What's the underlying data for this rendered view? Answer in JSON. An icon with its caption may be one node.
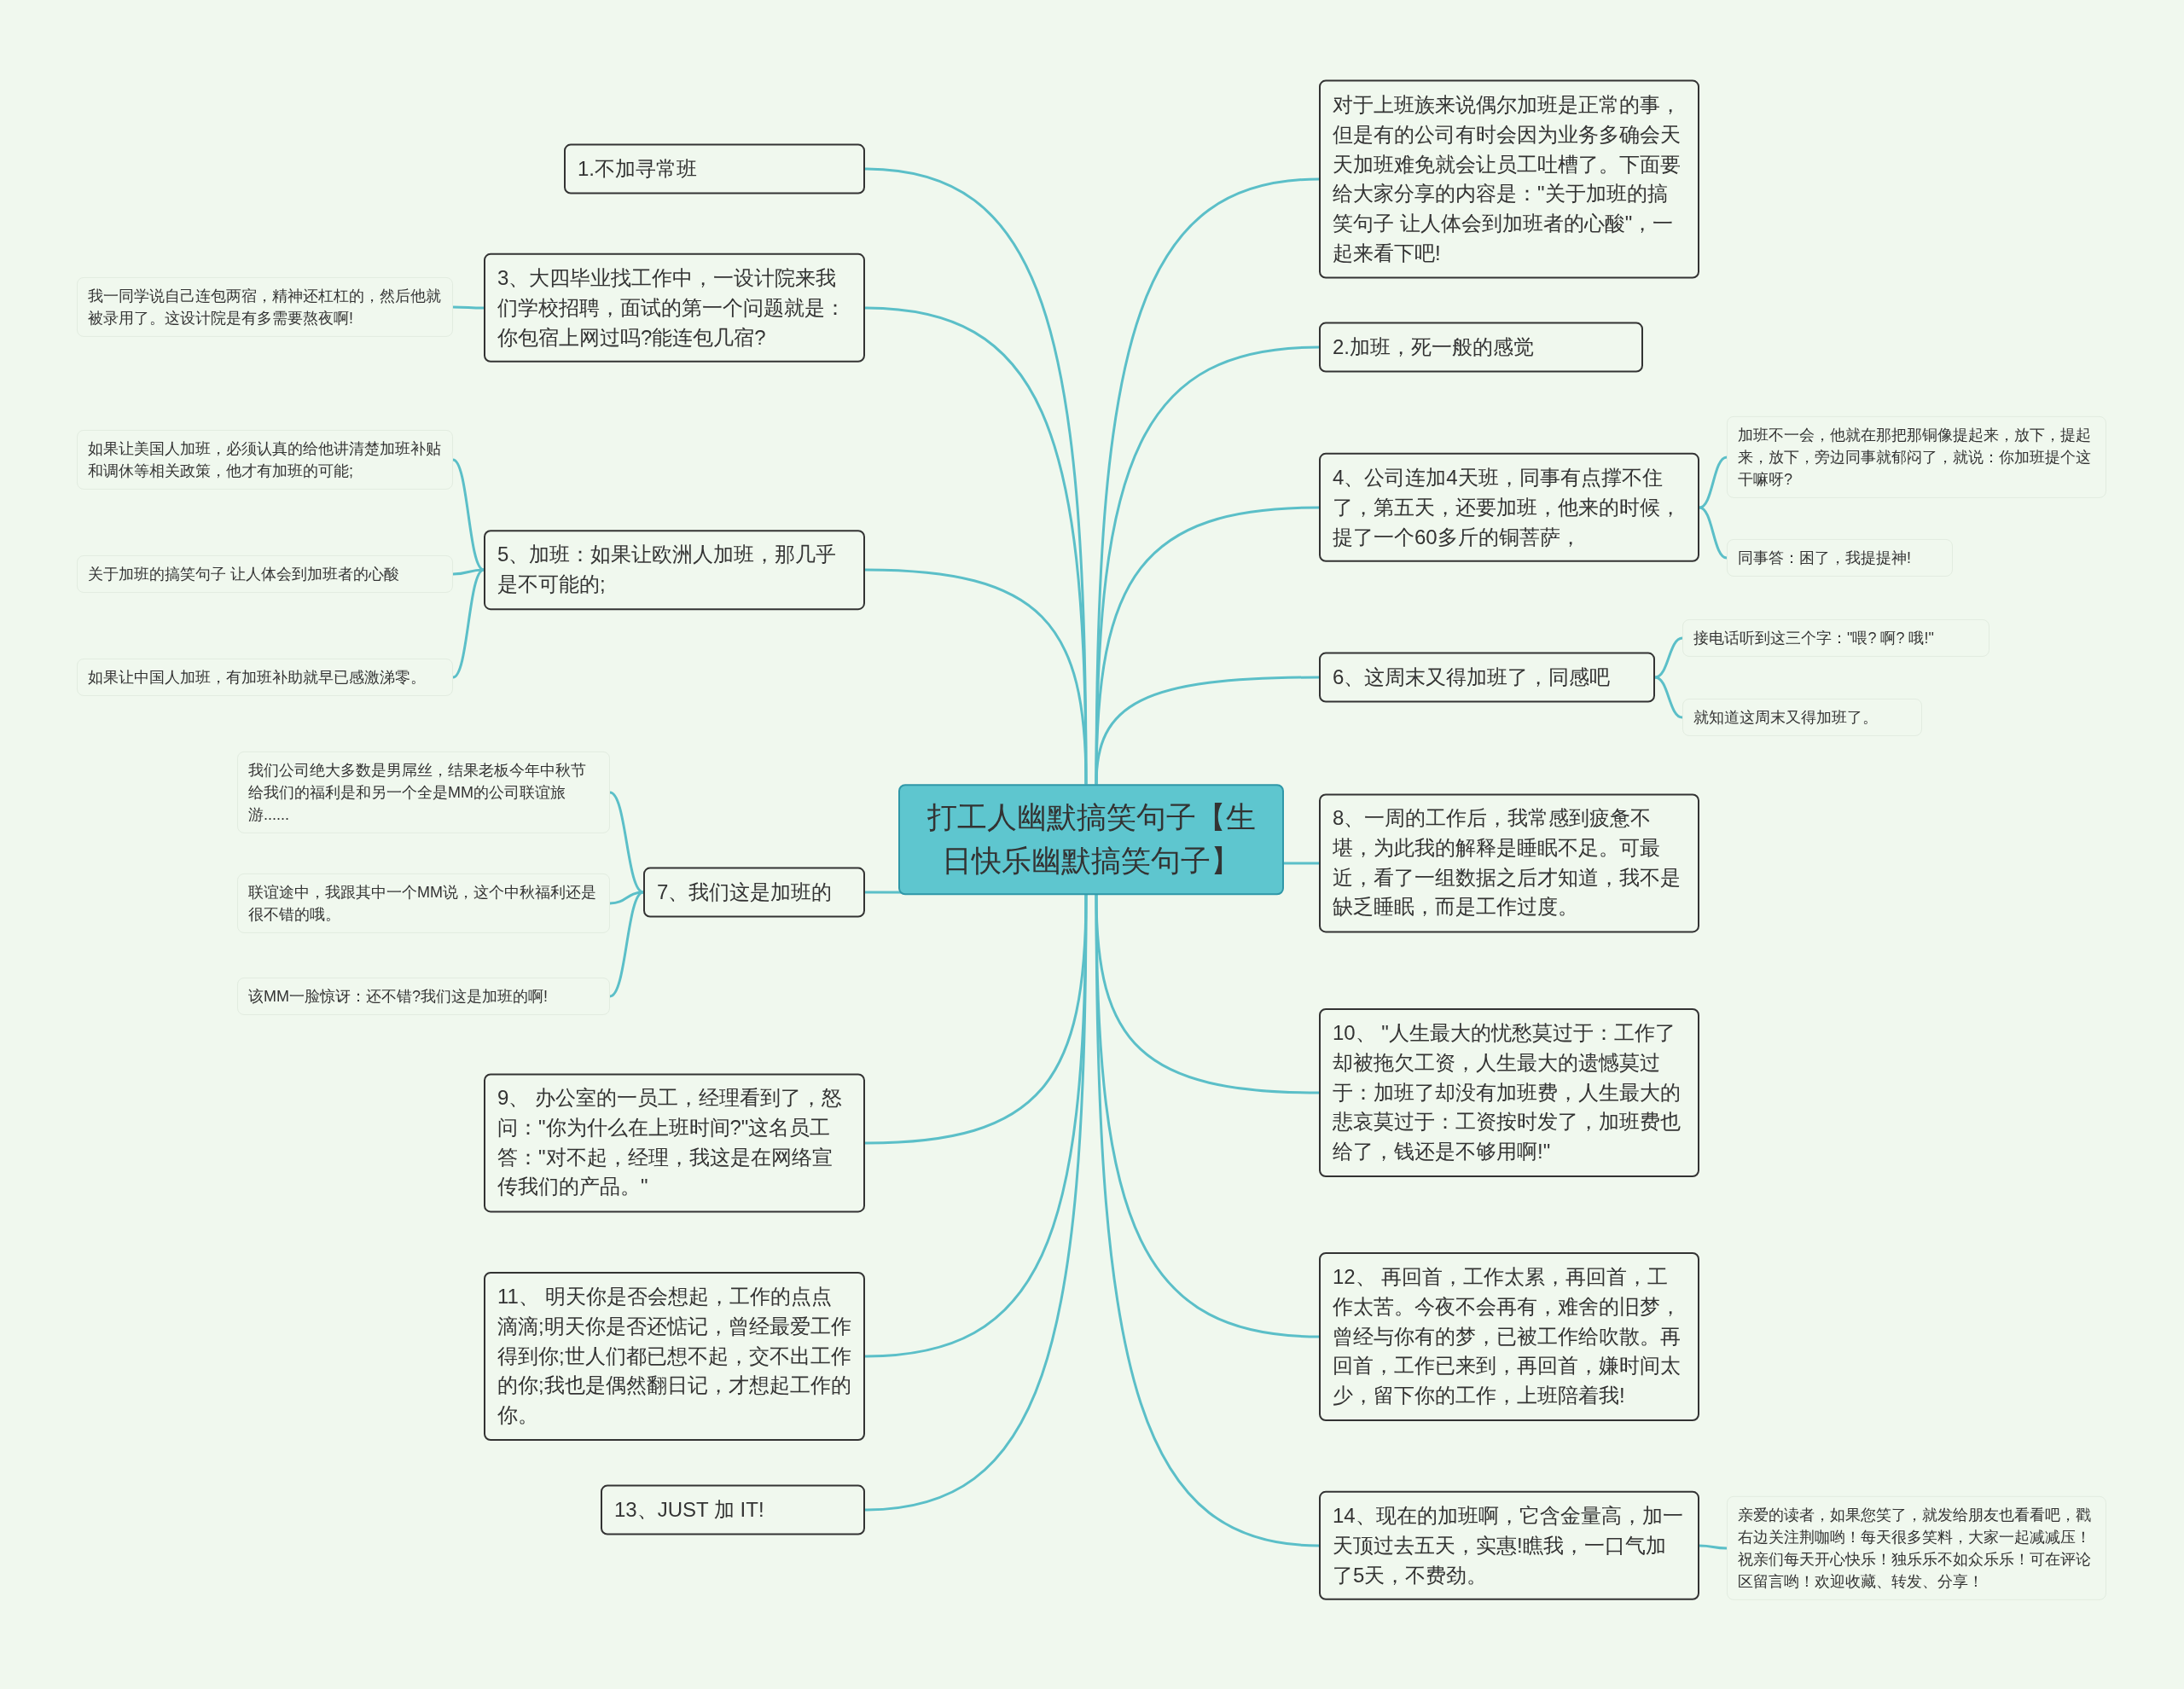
{
  "diagram": {
    "nodes": [
      {
        "text": [
          "打工人幽默搞笑句子【生日快乐幽默搞笑句子】"
        ]
      },
      {
        "text": [
          "对于上班族来说偶尔加班是正常的事，但是有的公司有时会因为业务多确会天天加班难免就会让员工吐槽了。下面要给大家分享的内容是：\"关于加班的搞笑句子 让人体会到加班者的心酸\"，一起来看下吧!"
        ]
      },
      {
        "text": [
          "2.加班，死一般的感觉"
        ]
      },
      {
        "text": [
          "4、公司连加4天班，同事有点撑不住了，第五天，还要加班，他来的时候，提了一个60多斤的铜菩萨，"
        ]
      },
      {
        "text": [
          "加班不一会，他就在那把那铜像提起来，放下，提起来，放下，旁边同事就郁闷了，就说：你加班提个这干嘛呀?"
        ]
      },
      {
        "text": [
          "同事答：困了，我提提神!"
        ]
      },
      {
        "text": [
          "6、这周末又得加班了，同感吧"
        ]
      },
      {
        "text": [
          "接电话听到这三个字：\"喂? 啊? 哦!\""
        ]
      },
      {
        "text": [
          "就知道这周末又得加班了。"
        ]
      },
      {
        "text": [
          "8、一周的工作后，我常感到疲惫不堪，为此我的解释是睡眠不足。可最近，看了一组数据之后才知道，我不是缺乏睡眠，而是工作过度。"
        ]
      },
      {
        "text": [
          "10、 \"人生最大的忧愁莫过于：工作了却被拖欠工资，人生最大的遗憾莫过于：加班了却没有加班费，人生最大的悲哀莫过于：工资按时发了，加班费也给了，钱还是不够用啊!\""
        ]
      },
      {
        "text": [
          "12、 再回首，工作太累，再回首，工作太苦。今夜不会再有，难舍的旧梦，曾经与你有的梦，已被工作给吹散。再回首，工作已来到，再回首，嫌时间太少，留下你的工作，上班陪着我!"
        ]
      },
      {
        "text": [
          "14、现在的加班啊，它含金量高，加一天顶过去五天，实惠!瞧我，一口气加了5天，不费劲。"
        ]
      },
      {
        "text": [
          "亲爱的读者，如果您笑了，就发给朋友也看看吧，戳右边关注荆咖哟！每天很多笑料，大家一起减减压！祝亲们每天开心快乐！独乐乐不如众乐乐！可在评论区留言哟！欢迎收藏、转发、分享！"
        ]
      },
      {
        "text": [
          "1.不加寻常班"
        ]
      },
      {
        "text": [
          "3、大四毕业找工作中，一设计院来我们学校招聘，面试的第一个问题就是：你包宿上网过吗?能连包几宿?"
        ]
      },
      {
        "text": [
          "我一同学说自己连包两宿，精神还杠杠的，然后他就被录用了。这设计院是有多需要熬夜啊!"
        ]
      },
      {
        "text": [
          "5、加班：如果让欧洲人加班，那几乎是不可能的;"
        ]
      },
      {
        "text": [
          "如果让美国人加班，必须认真的给他讲清楚加班补贴和调休等相关政策，他才有加班的可能;"
        ]
      },
      {
        "text": [
          "关于加班的搞笑句子 让人体会到加班者的心酸"
        ]
      },
      {
        "text": [
          "如果让中国人加班，有加班补助就早已感激涕零。"
        ]
      },
      {
        "text": [
          "7、我们这是加班的"
        ]
      },
      {
        "text": [
          "我们公司绝大多数是男屌丝，结果老板今年中秋节给我们的福利是和另一个全是MM的公司联谊旅游......"
        ]
      },
      {
        "text": [
          "联谊途中，我跟其中一个MM说，这个中秋福利还是很不错的哦。"
        ]
      },
      {
        "text": [
          "该MM一脸惊讶：还不错?我们这是加班的啊!"
        ]
      },
      {
        "text": [
          "9、 办公室的一员工，经理看到了，怒问：\"你为什么在上班时间?\"这名员工答：\"对不起，经理，我这是在网络宣传我们的产品。\""
        ]
      },
      {
        "text": [
          "11、 明天你是否会想起，工作的点点滴滴;明天你是否还惦记，曾经最爱工作得到你;世人们都已想不起，交不出工作的你;我也是偶然翻日记，才想起工作的你。"
        ]
      },
      {
        "text": [
          "13、JUST 加 IT!"
        ]
      }
    ],
    "edges": [
      {
        "from": 0,
        "to": 1,
        "arrow": "none"
      },
      {
        "from": 0,
        "to": 2,
        "arrow": "none"
      },
      {
        "from": 0,
        "to": 3,
        "arrow": "none"
      },
      {
        "from": 3,
        "to": 4,
        "arrow": "none"
      },
      {
        "from": 3,
        "to": 5,
        "arrow": "none"
      },
      {
        "from": 0,
        "to": 6,
        "arrow": "none"
      },
      {
        "from": 6,
        "to": 7,
        "arrow": "none"
      },
      {
        "from": 6,
        "to": 8,
        "arrow": "none"
      },
      {
        "from": 0,
        "to": 9,
        "arrow": "none"
      },
      {
        "from": 0,
        "to": 10,
        "arrow": "none"
      },
      {
        "from": 0,
        "to": 11,
        "arrow": "none"
      },
      {
        "from": 0,
        "to": 12,
        "arrow": "none"
      },
      {
        "from": 12,
        "to": 13,
        "arrow": "none"
      },
      {
        "from": 0,
        "to": 14,
        "arrow": "none"
      },
      {
        "from": 0,
        "to": 15,
        "arrow": "none"
      },
      {
        "from": 15,
        "to": 16,
        "arrow": "none"
      },
      {
        "from": 0,
        "to": 17,
        "arrow": "none"
      },
      {
        "from": 17,
        "to": 18,
        "arrow": "none"
      },
      {
        "from": 17,
        "to": 19,
        "arrow": "none"
      },
      {
        "from": 17,
        "to": 20,
        "arrow": "none"
      },
      {
        "from": 0,
        "to": 21,
        "arrow": "none"
      },
      {
        "from": 21,
        "to": 22,
        "arrow": "none"
      },
      {
        "from": 21,
        "to": 23,
        "arrow": "none"
      },
      {
        "from": 21,
        "to": 24,
        "arrow": "none"
      },
      {
        "from": 0,
        "to": 25,
        "arrow": "none"
      },
      {
        "from": 0,
        "to": 26,
        "arrow": "none"
      },
      {
        "from": 0,
        "to": 27,
        "arrow": "none"
      }
    ]
  }
}
